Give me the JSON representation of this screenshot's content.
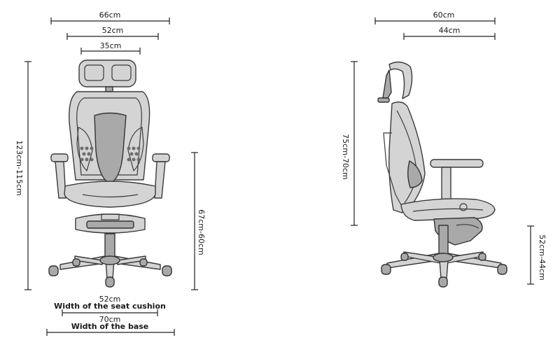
{
  "front_view": {
    "top_dims": [
      "66cm",
      "52cm",
      "35cm"
    ],
    "total_height": "123cm-115cm",
    "seat_height": "67cm-60cm",
    "seat_width": "52cm",
    "seat_width_caption": "Width of the seat cushion",
    "base_width": "70cm",
    "base_width_caption": "Width of the base"
  },
  "side_view": {
    "top_dims": [
      "60cm",
      "44cm"
    ],
    "back_height": "75cm-70cm",
    "seat_floor_height": "52cm-44cm"
  }
}
